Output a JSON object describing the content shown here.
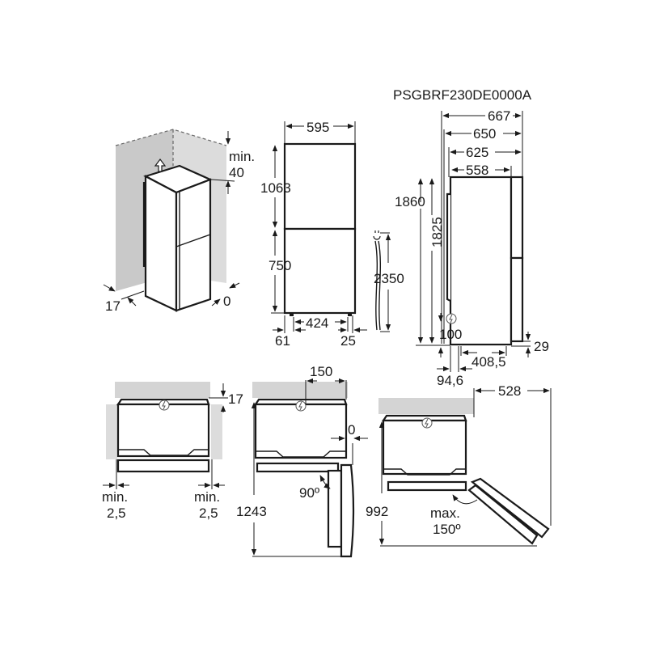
{
  "model": "PSGBRF230DE0000A",
  "views": {
    "installation_3d": {
      "top_clearance_label": "min.",
      "top_clearance_value": "40",
      "side_gap_left": "17",
      "side_gap_right": "0",
      "up_arrow_icon": "up-arrow-icon"
    },
    "front": {
      "width": "595",
      "upper_height": "1063",
      "lower_height": "750",
      "feet_spacing": "424",
      "left_foot_offset": "61",
      "right_foot_offset": "25"
    },
    "cable": {
      "length": "2350",
      "plug_icon": "plug-icon"
    },
    "side": {
      "depth_total": "667",
      "depth_650": "650",
      "depth_625": "625",
      "depth_body": "558",
      "height_total": "1860",
      "height_body": "1825",
      "plug_height": "100",
      "foot_height": "29",
      "feet_depth": "408,5",
      "rear_offset": "94,6",
      "power_icon": "lightning-icon"
    },
    "top_view_side_clearance": {
      "rear_gap": "17",
      "left_label": "min.",
      "left_value": "2,5",
      "right_label": "min.",
      "right_value": "2,5"
    },
    "top_view_90": {
      "wall_offset": "150",
      "side_gap": "0",
      "angle": "90º",
      "depth_open": "1243"
    },
    "top_view_150": {
      "width_open": "528",
      "depth_open": "992",
      "angle_label": "max.",
      "angle_value": "150º"
    }
  }
}
